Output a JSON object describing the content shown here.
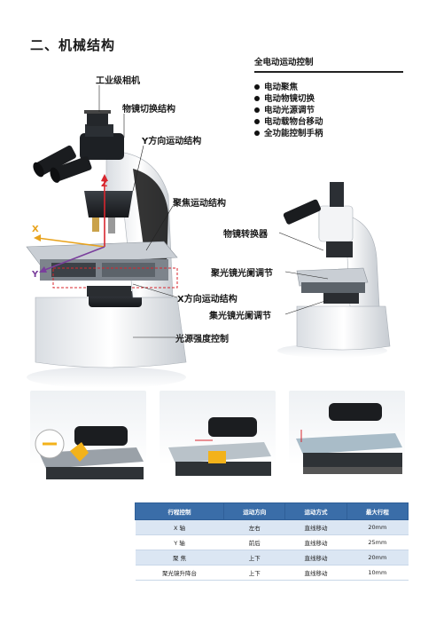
{
  "section": {
    "title": "二、机械结构"
  },
  "features": {
    "title": "全电动运动控制",
    "items": [
      "电动聚焦",
      "电动物镜切换",
      "电动光源调节",
      "电动载物台移动",
      "全功能控制手柄"
    ]
  },
  "callouts": {
    "camera": "工业级相机",
    "objective_switch": "物镜切换结构",
    "y_motion": "Y方向运动结构",
    "focus": "聚焦运动结构",
    "x_motion": "X方向运动结构",
    "light": "光源强度控制",
    "turret": "物镜转换器",
    "aperture": "聚光镜光阑调节",
    "condenser": "集光镜光阑调节"
  },
  "axes": {
    "x": "X",
    "y": "Y",
    "z": "Z"
  },
  "colors": {
    "axis_x": "#e8a21b",
    "axis_y": "#7a3f9c",
    "axis_z": "#d8262e",
    "table_header": "#3a6da8",
    "table_alt": "#dbe6f3"
  },
  "table": {
    "headers": [
      "行程控制",
      "运动方向",
      "运动方式",
      "最大行程"
    ],
    "rows": [
      [
        "X 轴",
        "左右",
        "直线移动",
        "20mm"
      ],
      [
        "Y 轴",
        "前后",
        "直线移动",
        "25mm"
      ],
      [
        "聚 焦",
        "上下",
        "直线移动",
        "20mm"
      ],
      [
        "聚光镜升降台",
        "上下",
        "直线移动",
        "10mm"
      ]
    ]
  }
}
